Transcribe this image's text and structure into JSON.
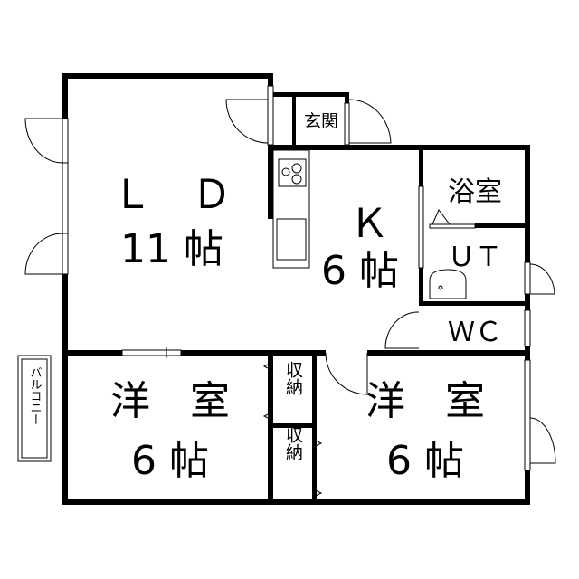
{
  "rooms": {
    "ld": {
      "name": "Ｌ　Ｄ",
      "size": "11 帖"
    },
    "kitchen": {
      "name": "Ｋ",
      "size": "6 帖"
    },
    "entrance": {
      "name": "玄関"
    },
    "bath": {
      "name": "浴室"
    },
    "utility": {
      "name": "ＵＴ"
    },
    "toilet": {
      "name": "ＷＣ"
    },
    "western_left": {
      "name": "洋　室",
      "size": "6 帖"
    },
    "western_right": {
      "name": "洋　室",
      "size": "6 帖"
    },
    "storage_upper": {
      "name": "収納"
    },
    "storage_lower": {
      "name": "収納"
    },
    "balcony": {
      "name": "バルコニー"
    }
  }
}
